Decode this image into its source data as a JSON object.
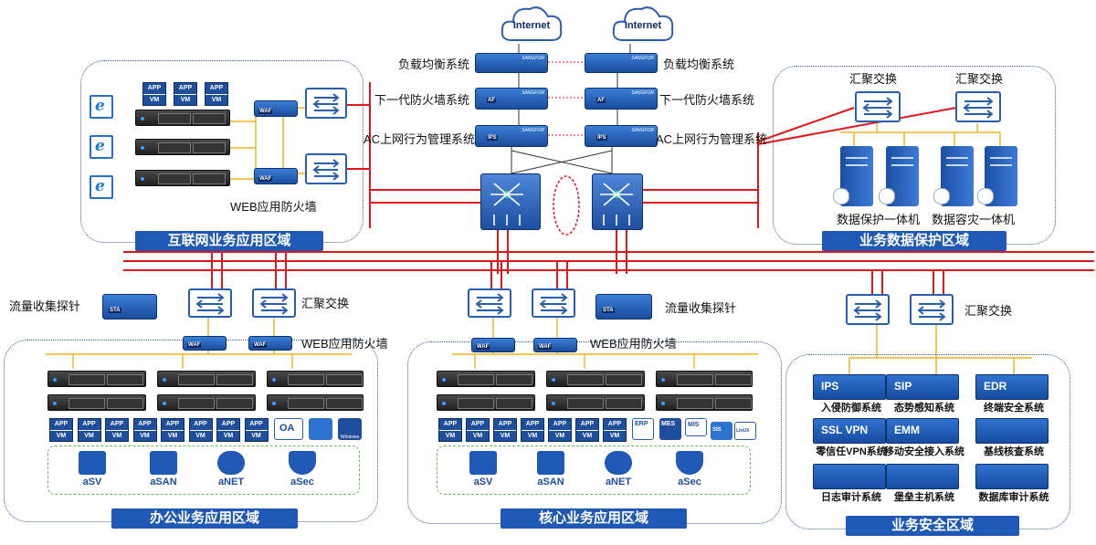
{
  "internet": [
    "Internet",
    "Internet"
  ],
  "core_labels": {
    "lb": "负载均衡系统",
    "ngfw": "下一代防火墙系统",
    "ac": "AC上网行为管理系统"
  },
  "device_tags": {
    "af": "AF",
    "ips": "IPS",
    "waf": "WAF",
    "sta": "STA"
  },
  "zones": {
    "internet_app": {
      "title": "互联网业务应用区域",
      "waf_label": "WEB应用防火墙"
    },
    "data_protect": {
      "title": "业务数据保护区域",
      "switch_label": "汇聚交换",
      "appliance1": "数据保护一体机",
      "appliance2": "数据容灾一体机"
    },
    "office": {
      "title": "办公业务应用区域",
      "probe_label": "流量收集探针",
      "switch_label": "汇聚交换",
      "waf_label": "WEB应用防火墙"
    },
    "core_app": {
      "title": "核心业务应用区域",
      "probe_label": "流量收集探针",
      "waf_label": "WEB应用防火墙"
    },
    "security": {
      "title": "业务安全区域",
      "switch_label": "汇聚交换"
    }
  },
  "app_vm": {
    "app": "APP",
    "vm": "VM"
  },
  "products": [
    "aSV",
    "aSAN",
    "aNET",
    "aSec"
  ],
  "small_apps": {
    "erp": "ERP",
    "mes": "MES",
    "mis": "MIS",
    "sis": "SIS",
    "linux": "LinUX",
    "oa": "OA",
    "windows": "Windows"
  },
  "security_systems": [
    {
      "code": "IPS",
      "name": "入侵防御系统"
    },
    {
      "code": "SIP",
      "name": "态势感知系统"
    },
    {
      "code": "EDR",
      "name": "终端安全系统"
    },
    {
      "code": "SSL VPN",
      "name": "零信任VPN系统"
    },
    {
      "code": "EMM",
      "name": "移动安全接入系统"
    },
    {
      "code": "",
      "name": "基线核查系统"
    },
    {
      "code": "",
      "name": "日志审计系统"
    },
    {
      "code": "",
      "name": "堡垒主机系统"
    },
    {
      "code": "",
      "name": "数据库审计系统"
    }
  ],
  "colors": {
    "link_red": "#e0161b",
    "link_yellow": "#f2b21f",
    "zone_blue": "#1f58b5"
  }
}
